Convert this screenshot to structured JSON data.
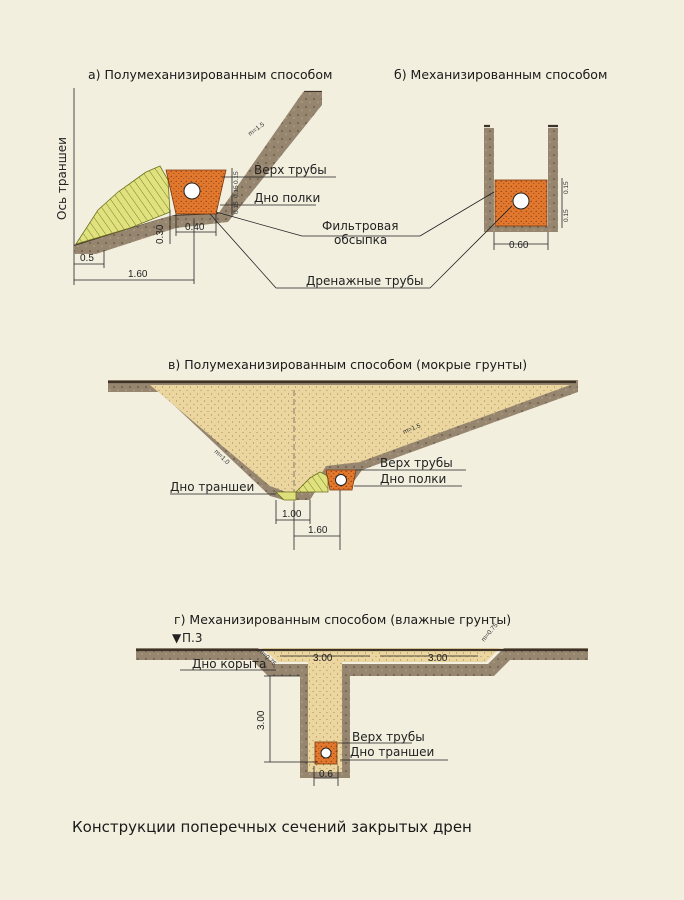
{
  "caption": "Конструкции поперечных  сечений закрытых дрен",
  "section_a": {
    "title": "а) Полумеханизированным способом",
    "axis_label": "Ось траншеи",
    "slope": "m=1.5",
    "top_of_pipe": "Верх трубы",
    "shelf_bottom": "Дно полки",
    "dim_030": "0.30",
    "dim_040": "0.40",
    "dim_05": "0.5",
    "dim_160": "1.60",
    "small_dims": [
      "0.15",
      "0.15",
      "0.15"
    ]
  },
  "section_b": {
    "title": "б) Механизированным способом",
    "dim_060": "0.60",
    "small_dims": [
      "0.15",
      "0.15"
    ]
  },
  "shared": {
    "filter_1": "Фильтровая",
    "filter_2": "обсыпка",
    "drain_pipes": "Дренажные трубы"
  },
  "section_v": {
    "title": "в) Полумеханизированным способом  (мокрые грунты)",
    "slope_left": "m=1.0",
    "slope_right": "m=1.5",
    "top_of_pipe": "Верх трубы",
    "shelf_bottom": "Дно полки",
    "trench_bottom": "Дно траншеи",
    "dim_100": "1.00",
    "dim_160": "1.60"
  },
  "section_g": {
    "title": "г)  Механизированным способом (влажные грунты)",
    "p3": "П.3",
    "trough_bottom": "Дно корыта",
    "dim_300_left": "3.00",
    "dim_300_right": "3.00",
    "dim_300_vert": "3.00",
    "slope_a": "m=0.75",
    "slope_b": "m=0.75",
    "top_of_pipe": "Верх трубы",
    "trench_bottom": "Дно траншеи",
    "dim_06": "0.6"
  }
}
